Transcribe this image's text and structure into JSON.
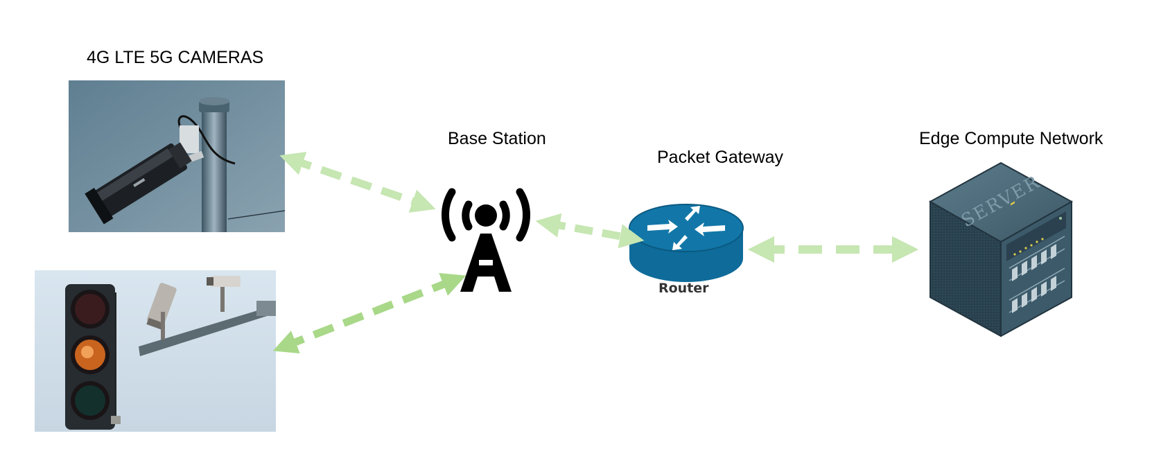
{
  "labels": {
    "cameras": "4G LTE 5G CAMERAS",
    "base_station": "Base Station",
    "packet_gateway": "Packet Gateway",
    "edge_network": "Edge Compute Network",
    "router_caption": "Router",
    "server_caption": "SERVER"
  },
  "colors": {
    "arrow_light": "#c6e6b2",
    "arrow_mid": "#a8d888",
    "router_blue": "#0e6b9a",
    "router_top": "#1277a8",
    "sky_top": "#6f8c9c",
    "sky_light": "#dfe9f1",
    "server_dark": "#2e4a5a",
    "server_mid": "#436677"
  },
  "icons": {
    "base_station": "antenna-tower-icon",
    "router": "router-icon",
    "server": "server-rack-icon",
    "camera_pole": "pole-camera-photo",
    "traffic_light": "traffic-light-camera-photo"
  }
}
